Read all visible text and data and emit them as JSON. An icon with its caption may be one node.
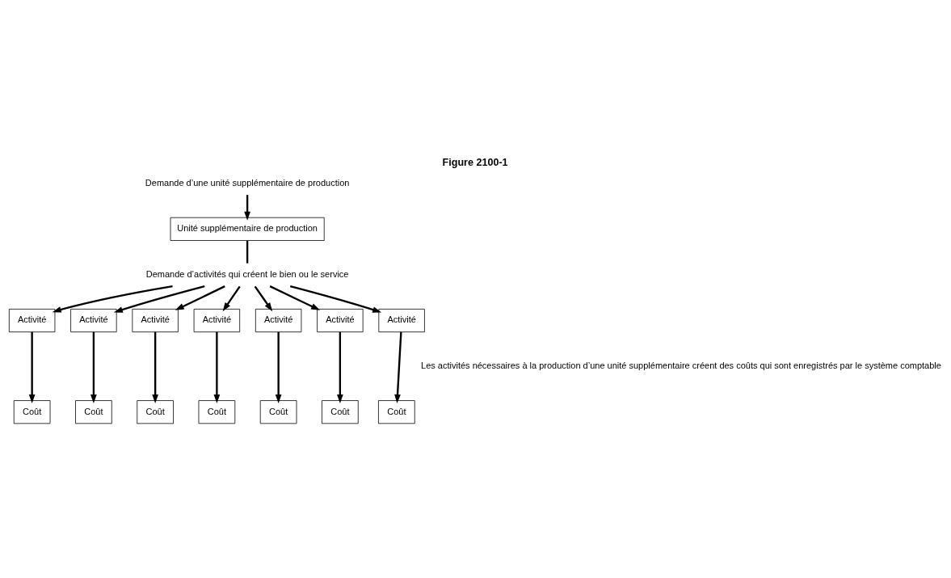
{
  "diagram": {
    "title": "Figure 2100-1",
    "nodes": [
      {
        "text": [
          "Demande d’une unité supplémentaire de production"
        ]
      },
      {
        "text": [
          "Unité supplémentaire de production"
        ]
      },
      {
        "text": [
          "Demande d’activités qui créent le bien ou le service"
        ]
      },
      {
        "text": [
          "Activité"
        ]
      },
      {
        "text": [
          "Activité"
        ]
      },
      {
        "text": [
          "Activité"
        ]
      },
      {
        "text": [
          "Activité"
        ]
      },
      {
        "text": [
          "Activité"
        ]
      },
      {
        "text": [
          "Activité"
        ]
      },
      {
        "text": [
          "Activité"
        ]
      },
      {
        "text": [
          "Coût"
        ]
      },
      {
        "text": [
          "Coût"
        ]
      },
      {
        "text": [
          "Coût"
        ]
      },
      {
        "text": [
          "Coût"
        ]
      },
      {
        "text": [
          "Coût"
        ]
      },
      {
        "text": [
          "Coût"
        ]
      },
      {
        "text": [
          "Coût"
        ]
      }
    ],
    "edges": [
      {
        "from": 0,
        "to": 1,
        "arrow": "to"
      },
      {
        "from": 1,
        "to": 2,
        "arrow": "none"
      },
      {
        "from": 2,
        "to": 3,
        "arrow": "to"
      },
      {
        "from": 2,
        "to": 4,
        "arrow": "to"
      },
      {
        "from": 2,
        "to": 5,
        "arrow": "to"
      },
      {
        "from": 2,
        "to": 6,
        "arrow": "to"
      },
      {
        "from": 2,
        "to": 7,
        "arrow": "to"
      },
      {
        "from": 2,
        "to": 8,
        "arrow": "to"
      },
      {
        "from": 2,
        "to": 9,
        "arrow": "to"
      },
      {
        "from": 3,
        "to": 10,
        "arrow": "to"
      },
      {
        "from": 4,
        "to": 11,
        "arrow": "to"
      },
      {
        "from": 5,
        "to": 12,
        "arrow": "to"
      },
      {
        "from": 6,
        "to": 13,
        "arrow": "to"
      },
      {
        "from": 7,
        "to": 14,
        "arrow": "to"
      },
      {
        "from": 8,
        "to": 15,
        "arrow": "to"
      },
      {
        "from": 9,
        "to": 16,
        "arrow": "to"
      }
    ],
    "labels": [
      "Les activités nécessaires à la production d’une unité supplémentaire créent des coûts qui sont enregistrés par le système comptable"
    ]
  }
}
